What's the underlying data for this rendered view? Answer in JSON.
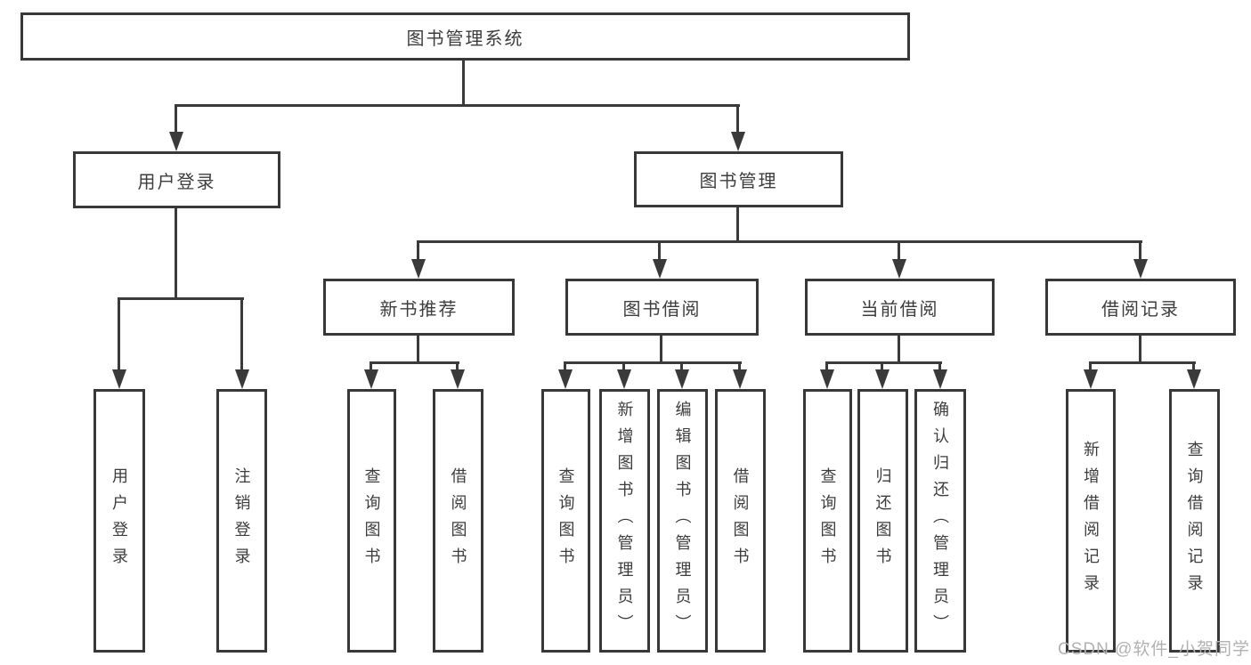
{
  "diagram": {
    "type": "tree",
    "root": {
      "label": "图书管理系统"
    },
    "branches": [
      {
        "label": "用户登录",
        "children": [
          {
            "label": "用户登录"
          },
          {
            "label": "注销登录"
          }
        ]
      },
      {
        "label": "图书管理",
        "children": [
          {
            "label": "新书推荐",
            "children": [
              {
                "label": "查询图书"
              },
              {
                "label": "借阅图书"
              }
            ]
          },
          {
            "label": "图书借阅",
            "children": [
              {
                "label": "查询图书"
              },
              {
                "label": "新增图书（管理员）"
              },
              {
                "label": "编辑图书（管理员）"
              },
              {
                "label": "借阅图书"
              }
            ]
          },
          {
            "label": "当前借阅",
            "children": [
              {
                "label": "查询图书"
              },
              {
                "label": "归还图书"
              },
              {
                "label": "确认归还（管理员）"
              }
            ]
          },
          {
            "label": "借阅记录",
            "children": [
              {
                "label": "新增借阅记录"
              },
              {
                "label": "查询借阅记录"
              }
            ]
          }
        ]
      }
    ]
  },
  "watermark": {
    "text": "CSDN @软件_小贺同学",
    "color": "#b1b1b1"
  },
  "colors": {
    "line": "#3a3a3a",
    "border": "#383838",
    "text": "#3d3d3d",
    "background": "#ffffff"
  }
}
